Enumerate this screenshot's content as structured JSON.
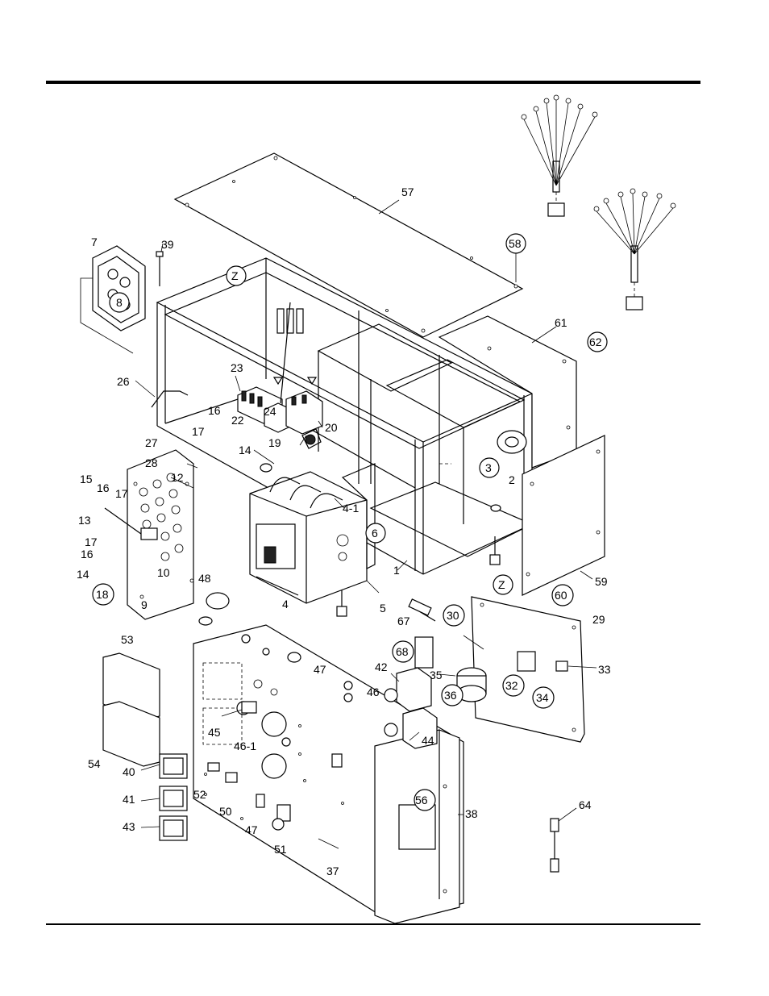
{
  "labels": {
    "p1": "1",
    "p2": "2",
    "p3": "3",
    "p4": "4",
    "p4_1": "4-1",
    "p5": "5",
    "p6": "6",
    "p7": "7",
    "p8": "8",
    "p9": "9",
    "p10": "10",
    "p12": "12",
    "p13": "13",
    "p14a": "14",
    "p14b": "14",
    "p15": "15",
    "p16a": "16",
    "p16b": "16",
    "p16c": "16",
    "p17a": "17",
    "p17b": "17",
    "p17c": "17",
    "p18": "18",
    "p19": "19",
    "p20": "20",
    "p22": "22",
    "p23": "23",
    "p24": "24",
    "p26": "26",
    "p27": "27",
    "p28": "28",
    "p29": "29",
    "p30": "30",
    "p32": "32",
    "p33": "33",
    "p34": "34",
    "p35": "35",
    "p36": "36",
    "p37": "37",
    "p38": "38",
    "p39": "39",
    "p40": "40",
    "p41": "41",
    "p42": "42",
    "p43": "43",
    "p44": "44",
    "p45": "45",
    "p46": "46",
    "p46_1": "46-1",
    "p47a": "47",
    "p47b": "47",
    "p48": "48",
    "p50": "50",
    "p51": "51",
    "p52": "52",
    "p53": "53",
    "p54": "54",
    "p56": "56",
    "p57": "57",
    "p58": "58",
    "p59": "59",
    "p60": "60",
    "p61": "61",
    "p62": "62",
    "p64": "64",
    "p67": "67",
    "p68": "68",
    "za": "Z",
    "zb": "Z"
  }
}
